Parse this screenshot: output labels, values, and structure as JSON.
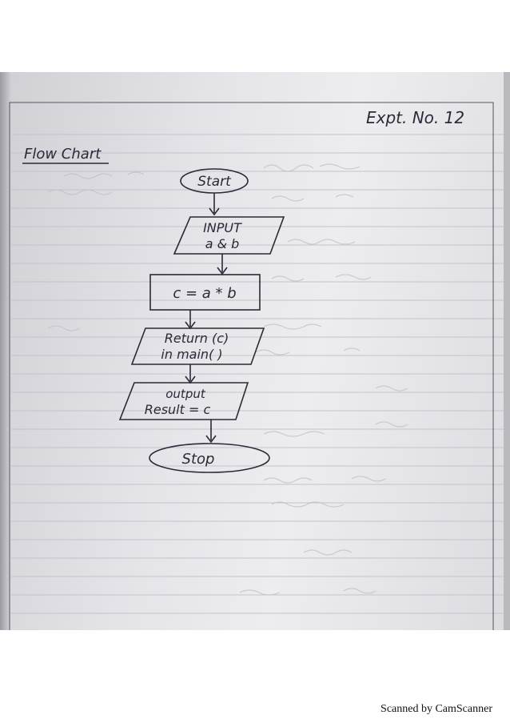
{
  "header": {
    "experiment_label": "Expt. No. 12"
  },
  "heading": "Flow Chart",
  "flowchart": {
    "start": "Start",
    "input_line1": "INPUT",
    "input_line2": "a & b",
    "process": "c = a * b",
    "return_line1": "Return (c)",
    "return_line2": "in main( )",
    "output_line1": "output",
    "output_line2": "Result = c",
    "stop": "Stop"
  },
  "footer": {
    "scanner_credit": "Scanned by CamScanner"
  }
}
